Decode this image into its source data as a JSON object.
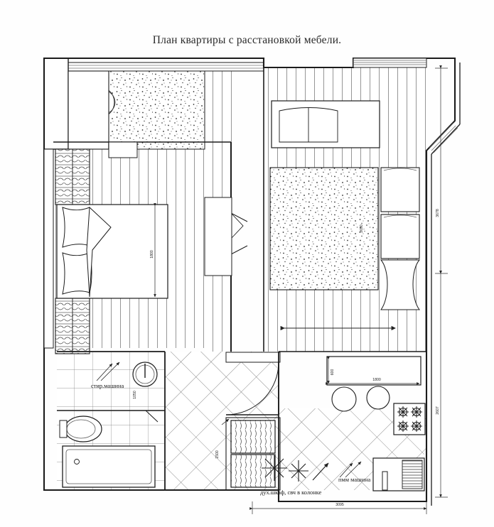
{
  "document": {
    "title": "План квартиры с расстановкой мебели.",
    "type": "apartment-floor-plan",
    "language": "ru"
  },
  "annotations": {
    "washing_machine": "стир.машина",
    "dishwasher": "пмм машина",
    "oven_microwave": "дух.шкаф, свч в колонке"
  },
  "dimensions": {
    "bed_width": "1800",
    "bathroom_width": "1050",
    "hallway_closet": "1500",
    "kitchen_counter_depth": "600",
    "kitchen_counter_length": "1800",
    "living_rug": "2690",
    "right_upper": "3678",
    "right_lower": "2607",
    "bottom_total": "3095"
  },
  "rooms": {
    "balcony": "balcony",
    "bedroom": "bedroom",
    "living_room": "living-room",
    "bathroom": "bathroom",
    "hallway": "hallway",
    "kitchen": "kitchen"
  },
  "colors": {
    "line": "#1c1c1c",
    "thin_line": "#555555",
    "hatch": "#777777",
    "floor": "#ffffff",
    "paper": "#fefefe"
  }
}
